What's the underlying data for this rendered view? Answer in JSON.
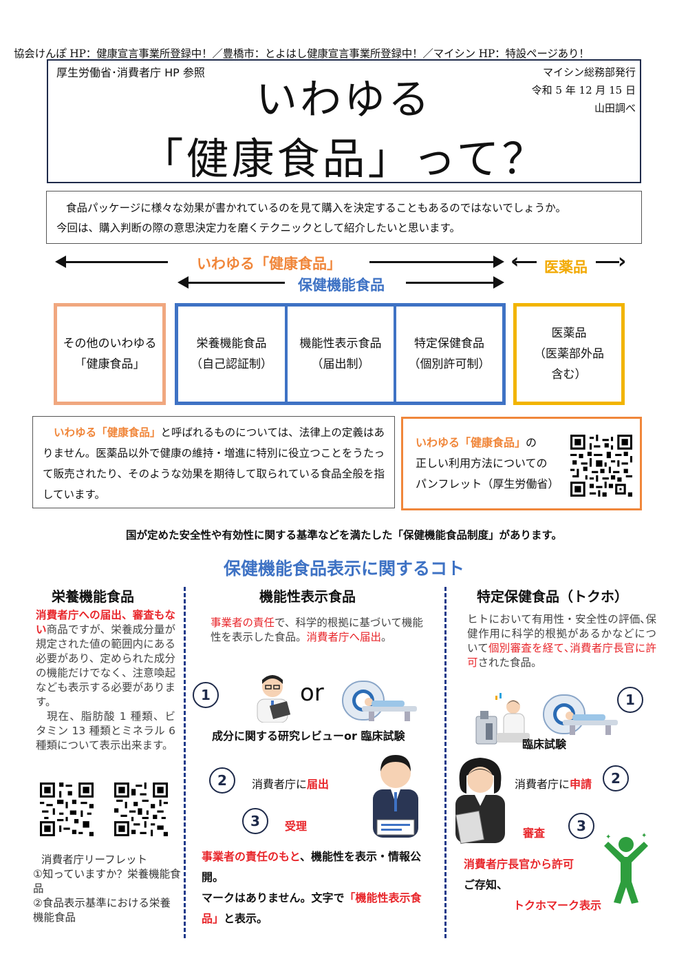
{
  "header": {
    "top_line": "協会けんぽ HP：健康宣言事業所登録中！／豊橋市：とよはし健康宣言事業所登録中！／マイシン HP：特設ページあり！",
    "hp_reference": "厚生労働省･消費者庁 HP 参照",
    "title_line1": "いわゆる",
    "title_line2": "「健康食品」って？",
    "publisher": "マイシン総務部発行",
    "date": "令和 5 年 12 月 15 日",
    "author": "山田調べ"
  },
  "intro": {
    "line1": "食品パッケージに様々な効果が書かれているのを見て購入を決定することもあるのではないでしょうか。",
    "line2": "今回は、購入判断の際の意思決定力を磨くテクニックとして紹介したいと思います。"
  },
  "arrows": {
    "label_health_food": "いわゆる「健康食品」",
    "label_functional": "保健機能食品",
    "label_drug": "医薬品"
  },
  "categories": {
    "other": [
      "その他のいわゆる",
      "「健康食品」"
    ],
    "nutrient": [
      "栄養機能食品",
      "（自己認証制）"
    ],
    "function_claim": [
      "機能性表示食品",
      "（届出制）"
    ],
    "tokuho": [
      "特定保健食品",
      "（個別許可制）"
    ],
    "drug": [
      "医薬品",
      "（医薬部外品",
      "含む）"
    ]
  },
  "definition": {
    "highlight": "いわゆる「健康食品」",
    "text": "と呼ばれるものについては、法律上の定義はありません。医薬品以外で健康の維持・増進に特別に役立つことをうたって販売されたり、そのような効果を期待して取られている食品全般を指しています。"
  },
  "pamphlet": {
    "highlight": "いわゆる「健康食品」",
    "suffix": "の",
    "line2": "正しい利用方法についての",
    "line3": "パンフレット（厚生労働省）"
  },
  "system_line": "国が定めた安全性や有効性に関する基準などを満たした「保健機能食品制度」があります。",
  "section_title": "保健機能食品表示に関するコト",
  "col_nutrient": {
    "heading": "栄養機能食品",
    "red_text": "消費者庁への届出、審査もない",
    "text1": "商品ですが、栄養成分量が規定された値の範囲内にある必要があり、定められた成分の機能だけでなく、注意喚起なども表示する必要があります。",
    "text2": "現在、脂肪酸 1 種類、ビタミン 13 種類とミネラル 6 種類について表示出来ます。",
    "leaflet_title": "消費者庁リーフレット",
    "leaflet_1": "①知っていますか？栄養機能食品",
    "leaflet_2": "②食品表示基準における栄養機能食品"
  },
  "col_function": {
    "heading": "機能性表示食品",
    "red1": "事業者の責任",
    "text1": "で、科学的根拠に基づいて機能性を表示した食品。",
    "red2": "消費者庁へ届出",
    "text2": "。",
    "or": "or",
    "step1": "成分に関する研究レビューor 臨床試験",
    "step2_prefix": "消費者庁に",
    "step2_red": "届出",
    "step3_red": "受理",
    "footer_red1": "事業者の責任のもと",
    "footer_text1": "、機能性を表示・情報公開。",
    "footer_text2": "マークはありません。文字で",
    "footer_red2": "「機能性表示食品」",
    "footer_text3": "と表示。",
    "num1": "1",
    "num2": "2",
    "num3": "3"
  },
  "col_tokuho": {
    "heading": "特定保健食品（トクホ）",
    "text1": "ヒトにおいて有用性・安全性の評価､保健作用に科学的根拠があるかなどについて",
    "red1": "個別審査を経て､消費者庁長官に許可",
    "text2": "された食品。",
    "step1": "臨床試験",
    "step2_prefix": "消費者庁に",
    "step2_red": "申請",
    "step3_red": "審査",
    "footer_red1": "消費者庁長官から許可",
    "footer_text1": "ご存知、",
    "footer_red2": "トクホマーク表示",
    "num1": "1",
    "num2": "2",
    "num3": "3"
  },
  "colors": {
    "red": "#e8262b",
    "orange": "#f0863a",
    "blue": "#3e72c4",
    "gold": "#f2b400",
    "navy": "#1e2a4a",
    "green": "#2e9e3e"
  }
}
